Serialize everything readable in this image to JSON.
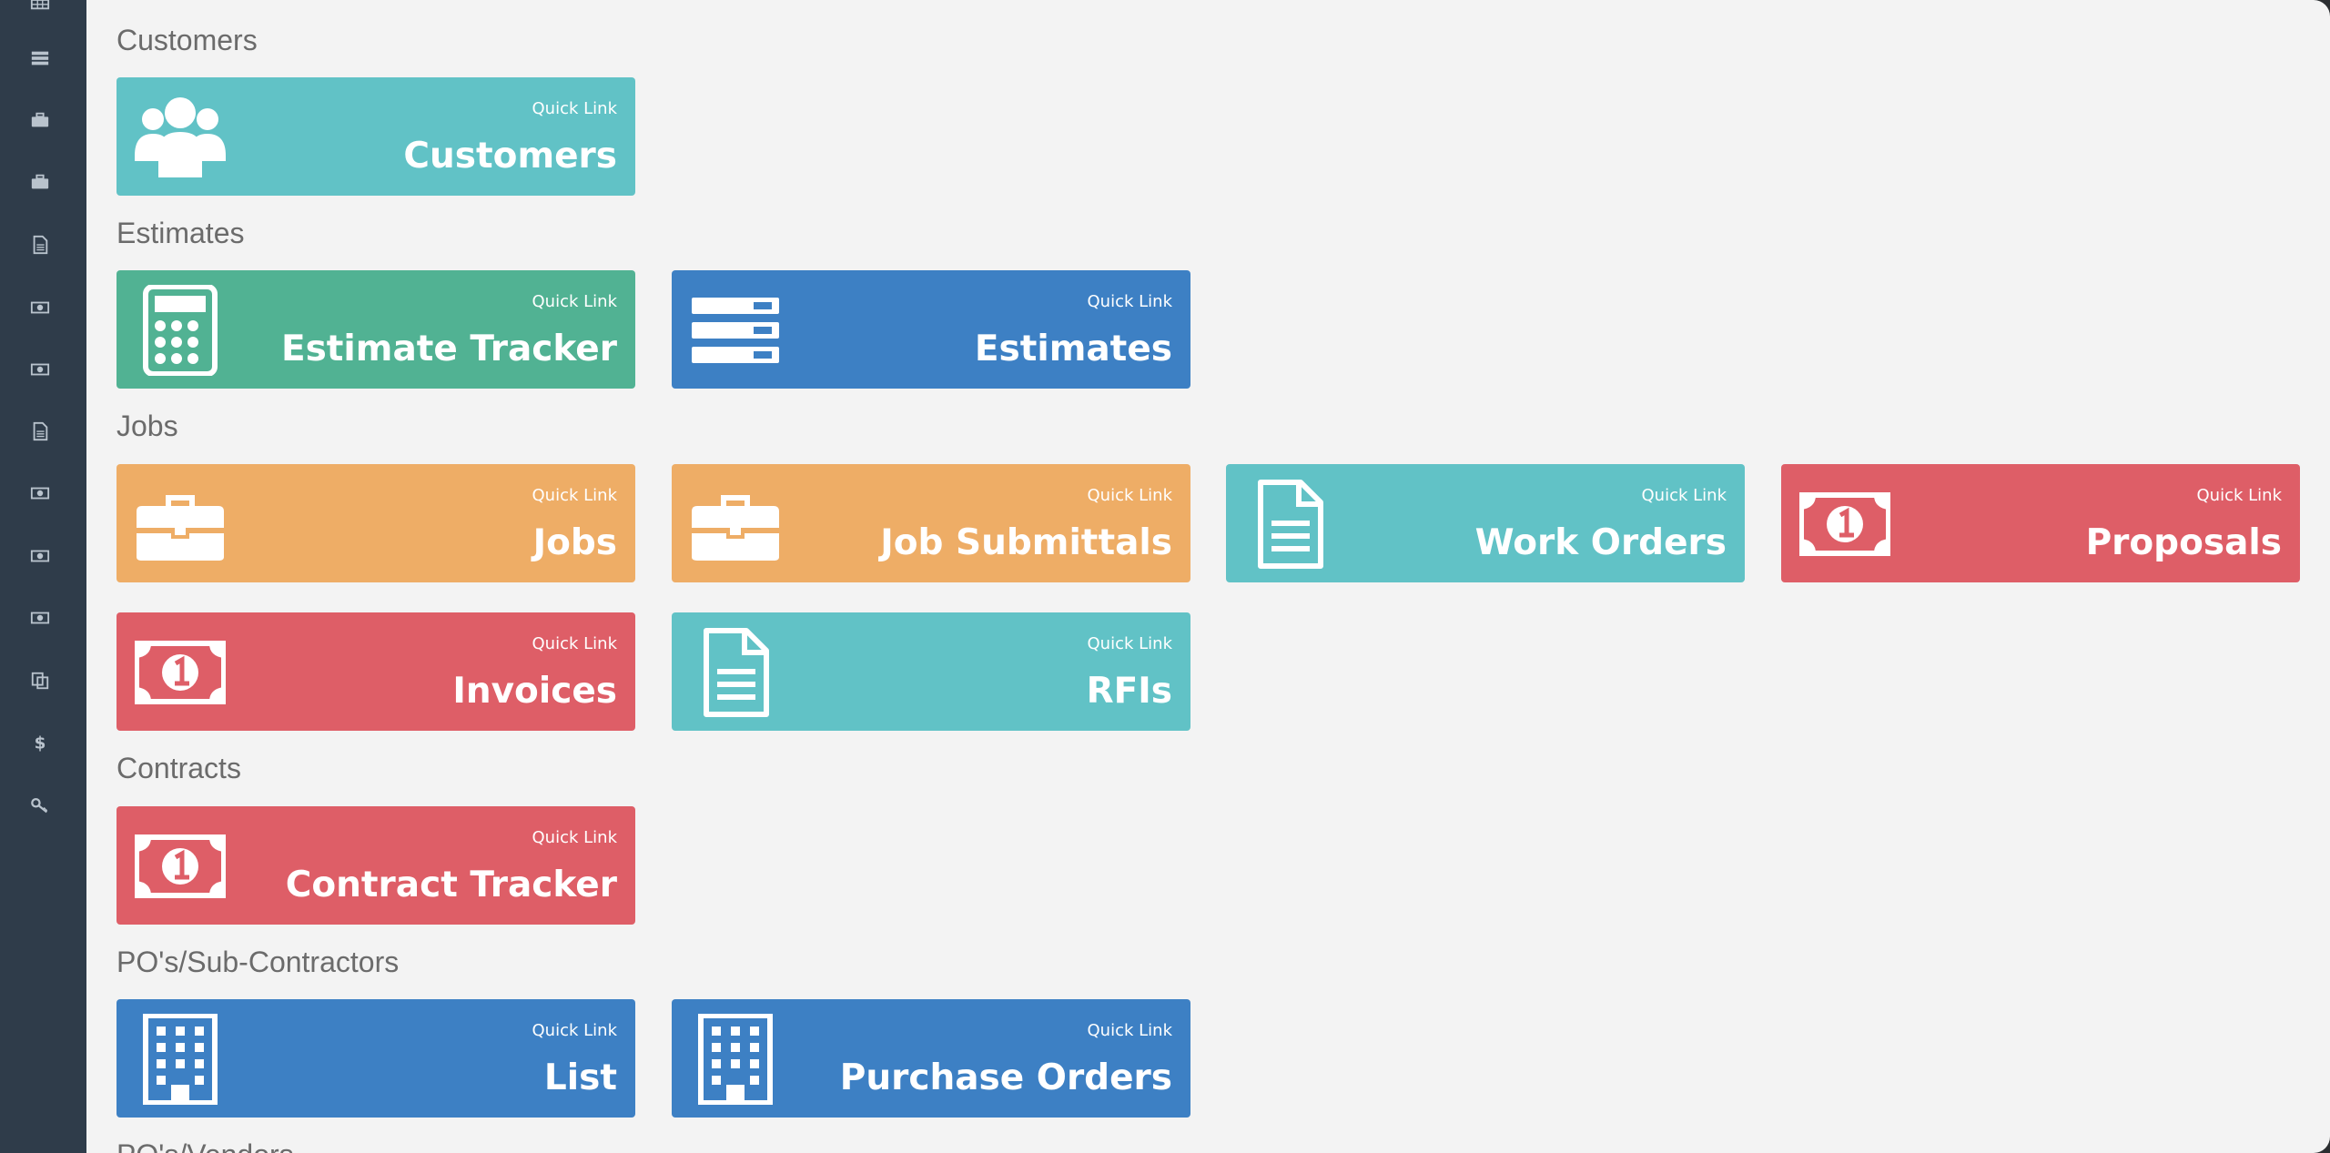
{
  "sidebar": {
    "icons": [
      "table-icon",
      "server-icon",
      "briefcase-icon",
      "briefcase-icon",
      "document-icon",
      "money-icon",
      "money-icon",
      "document-icon",
      "money-icon",
      "money-icon",
      "money-icon",
      "copy-icon",
      "dollar-icon",
      "key-icon"
    ]
  },
  "colors": {
    "teal": "#61c2c6",
    "green": "#51b293",
    "blue": "#3d80c4",
    "orange": "#eead66",
    "red": "#de5e67",
    "sidebar": "#2f3c4a",
    "background": "#f3f3f3"
  },
  "quick_link_label": "Quick Link",
  "sections": {
    "customers": {
      "title": "Customers",
      "tiles": [
        {
          "label": "Customers",
          "icon": "users-icon",
          "color": "teal"
        }
      ]
    },
    "estimates": {
      "title": "Estimates",
      "tiles": [
        {
          "label": "Estimate Tracker",
          "icon": "calculator-icon",
          "color": "green"
        },
        {
          "label": "Estimates",
          "icon": "server-icon",
          "color": "blue"
        }
      ]
    },
    "jobs": {
      "title": "Jobs",
      "tiles": [
        {
          "label": "Jobs",
          "icon": "briefcase-icon",
          "color": "orange"
        },
        {
          "label": "Job Submittals",
          "icon": "briefcase-icon",
          "color": "orange"
        },
        {
          "label": "Work Orders",
          "icon": "document-icon",
          "color": "teal"
        },
        {
          "label": "Proposals",
          "icon": "money-icon",
          "color": "red"
        },
        {
          "label": "Invoices",
          "icon": "money-icon",
          "color": "red"
        },
        {
          "label": "RFIs",
          "icon": "document-icon",
          "color": "teal"
        }
      ]
    },
    "contracts": {
      "title": "Contracts",
      "tiles": [
        {
          "label": "Contract Tracker",
          "icon": "money-icon",
          "color": "red"
        }
      ]
    },
    "po_subcontractors": {
      "title": "PO's/Sub-Contractors",
      "tiles": [
        {
          "label": "List",
          "icon": "building-icon",
          "color": "blue"
        },
        {
          "label": "Purchase Orders",
          "icon": "building-icon",
          "color": "blue"
        }
      ]
    },
    "po_vendors": {
      "title": "PO's/Vendors"
    }
  }
}
